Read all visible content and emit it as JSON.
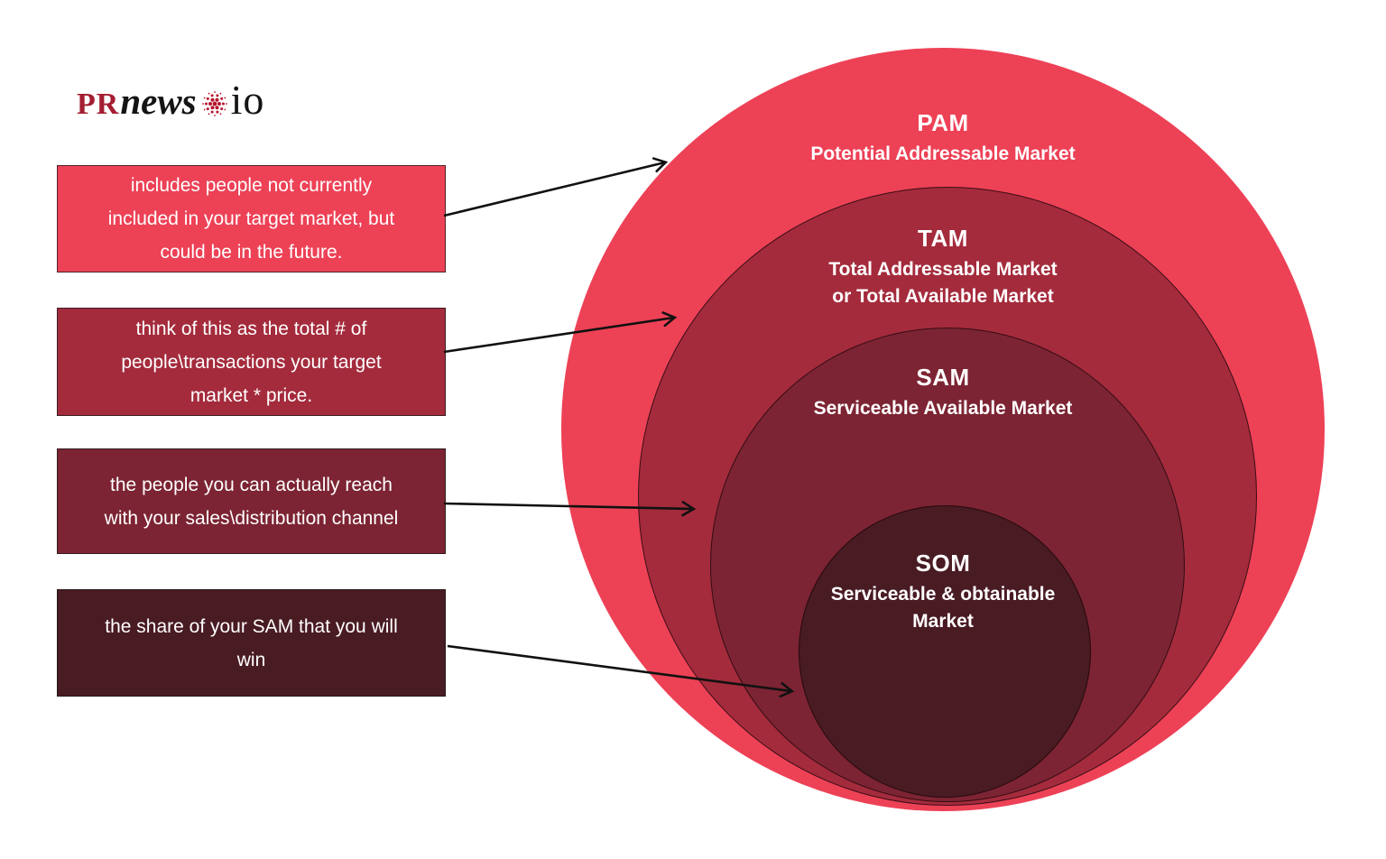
{
  "logo": {
    "pr": "PR",
    "news": "news",
    "io": "io"
  },
  "annotations": [
    {
      "name": "pam-note",
      "lines": [
        "includes people not currently",
        "included in your target market, but",
        "could be in the future."
      ],
      "color": "#ED4156"
    },
    {
      "name": "tam-note",
      "lines": [
        "think of this as the total # of",
        "people\\transactions your target",
        "market * price."
      ],
      "color": "#A42B3C"
    },
    {
      "name": "sam-note",
      "lines": [
        "the people you can actually reach",
        "with your sales\\distribution channel"
      ],
      "color": "#7C2433"
    },
    {
      "name": "som-note",
      "lines": [
        "the share of your SAM that you will",
        "win"
      ],
      "color": "#491B23"
    }
  ],
  "circles": [
    {
      "acronym": "PAM",
      "lines": [
        "Potential Addressable Market"
      ],
      "color": "#ED4156"
    },
    {
      "acronym": "TAM",
      "lines": [
        "Total Addressable Market",
        "or Total Available Market"
      ],
      "color": "#A42B3C"
    },
    {
      "acronym": "SAM",
      "lines": [
        "Serviceable Available Market"
      ],
      "color": "#7C2433"
    },
    {
      "acronym": "SOM",
      "lines": [
        "Serviceable & obtainable",
        "Market"
      ],
      "color": "#491B23"
    }
  ]
}
